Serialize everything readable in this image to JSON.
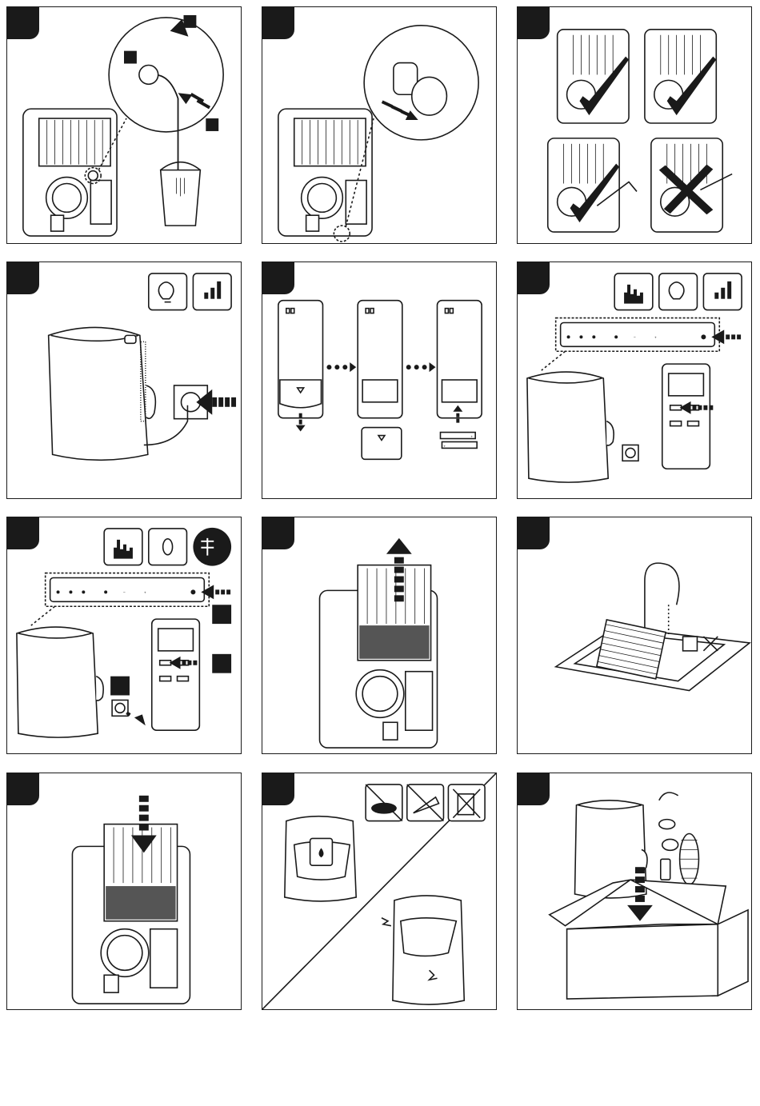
{
  "document": {
    "type": "pictorial instruction sheet",
    "panel_count": 12
  },
  "panels": [
    {
      "id": "drain-water",
      "callouts": [
        "square-marker",
        "square-marker",
        "square-marker"
      ]
    },
    {
      "id": "close-drain-plug"
    },
    {
      "id": "drain-hose-routing",
      "marks": [
        "check",
        "check",
        "check",
        "cross"
      ]
    },
    {
      "id": "plug-in-power",
      "icons": [
        "light-bulb-icon",
        "signal-bars-icon"
      ]
    },
    {
      "id": "insert-remote-batteries"
    },
    {
      "id": "power-on",
      "icons": [
        "hand-press-icon",
        "light-bulb-icon",
        "signal-bars-icon"
      ]
    },
    {
      "id": "power-off-unplug",
      "icons": [
        "hand-press-icon",
        "zero-icon",
        "unplug-icon"
      ]
    },
    {
      "id": "remove-filter"
    },
    {
      "id": "wash-filter"
    },
    {
      "id": "insert-filter"
    },
    {
      "id": "storage-cover",
      "icons": [
        "no-brush-icon",
        "no-scraper-icon",
        "no-bin-icon"
      ]
    },
    {
      "id": "packing",
      "parts": [
        "ring",
        "window-adapter",
        "hose-connector",
        "remote-control",
        "exhaust-hose"
      ]
    }
  ],
  "colors": {
    "ink": "#1a1a1a",
    "paper": "#ffffff",
    "filter_dark": "#555555"
  }
}
